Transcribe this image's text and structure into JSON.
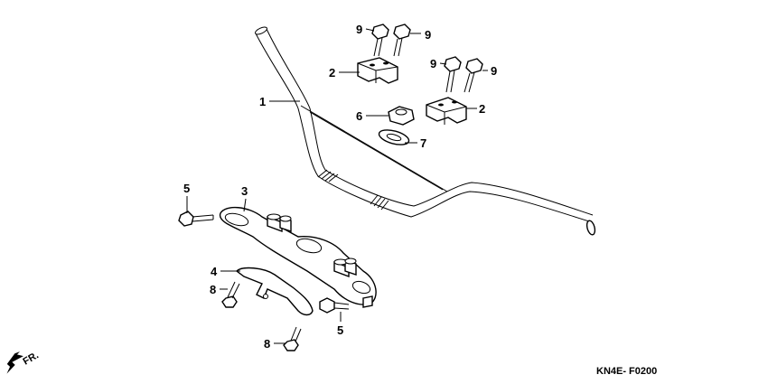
{
  "callouts": [
    {
      "id": "p1",
      "text": "1"
    },
    {
      "id": "p2a",
      "text": "2"
    },
    {
      "id": "p2b",
      "text": "2"
    },
    {
      "id": "p3",
      "text": "3"
    },
    {
      "id": "p4",
      "text": "4"
    },
    {
      "id": "p5a",
      "text": "5"
    },
    {
      "id": "p5b",
      "text": "5"
    },
    {
      "id": "p6",
      "text": "6"
    },
    {
      "id": "p7",
      "text": "7"
    },
    {
      "id": "p8a",
      "text": "8"
    },
    {
      "id": "p8b",
      "text": "8"
    },
    {
      "id": "p9a",
      "text": "9"
    },
    {
      "id": "p9b",
      "text": "9"
    },
    {
      "id": "p9c",
      "text": "9"
    },
    {
      "id": "p9d",
      "text": "9"
    }
  ],
  "front_indicator": "FR.",
  "diagram_code": "KN4E- F0200",
  "icons": [
    "front-direction-arrow-icon"
  ]
}
